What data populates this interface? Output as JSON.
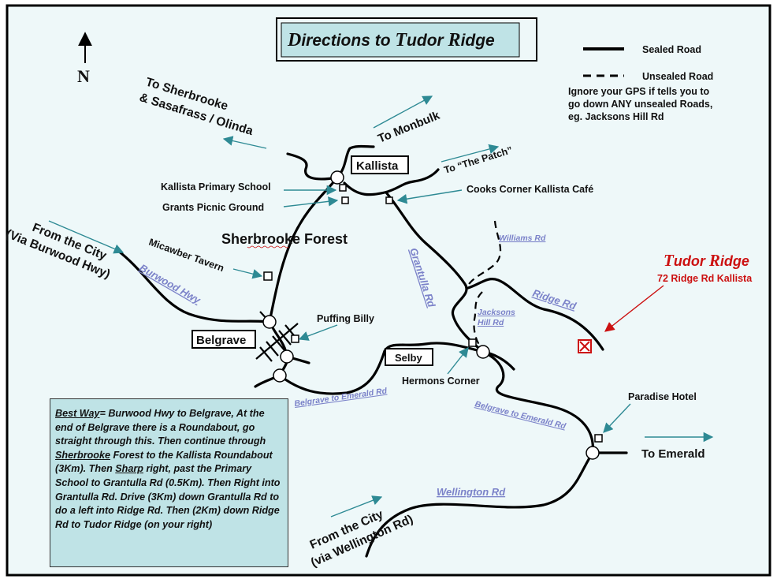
{
  "title": {
    "segments": [
      {
        "cap": "D",
        "rest": "irections to "
      },
      {
        "cap": "T",
        "rest": "udor "
      },
      {
        "cap": "R",
        "rest": "idge"
      }
    ]
  },
  "compass": {
    "label": "N"
  },
  "legend": {
    "sealed": "Sealed Road",
    "unsealed": "Unsealed Road",
    "note": [
      "Ignore your GPS if tells you to",
      "go down ANY unsealed Roads,",
      "eg. Jacksons Hill Rd"
    ]
  },
  "destination": {
    "name_segments": [
      {
        "cap": "T",
        "rest": "udor "
      },
      {
        "cap": "R",
        "rest": "idge"
      }
    ],
    "address": "72 Ridge Rd Kallista",
    "color": "#cc1111"
  },
  "places": {
    "kallista": "Kallista",
    "belgrave": "Belgrave",
    "selby": "Selby",
    "sherbrooke_forest": "Sherbrooke Forest",
    "kallista_primary_school": "Kallista Primary School",
    "grants_picnic_ground": "Grants Picnic Ground",
    "cooks_corner": "Cooks Corner Kallista Café",
    "micawber_tavern": "Micawber Tavern",
    "puffing_billy": "Puffing Billy",
    "hermons_corner": "Hermons Corner",
    "paradise_hotel": "Paradise Hotel"
  },
  "directions": {
    "to_sherbrooke_line1": "To Sherbrooke",
    "to_sherbrooke_line2": "& Sasafrass / Olinda",
    "to_monbulk": "To Monbulk",
    "to_the_patch": "To “The Patch”",
    "to_emerald": "To Emerald",
    "from_city_burwood_line1": "From the City",
    "from_city_burwood_line2": "(Via Burwood Hwy)",
    "from_city_wellington_line1": "From the City",
    "from_city_wellington_line2": "(via Wellington Rd)"
  },
  "roads": {
    "burwood_hwy": "Burwood Hwy",
    "grantulla_rd": "Grantulla Rd",
    "ridge_rd": "Ridge Rd",
    "williams_rd": "Williams Rd",
    "jacksons_hill_rd_line1": "Jacksons",
    "jacksons_hill_rd_line2": "Hill Rd",
    "belgrave_emerald_1": "Belgrave to Emerald  Rd",
    "belgrave_emerald_2": "Belgrave to Emerald  Rd",
    "wellington_rd": "Wellington Rd"
  },
  "instructions": {
    "best_way_label": "Best Way",
    "text_1": "= Burwood Hwy to Belgrave, At the end of Belgrave there is a Roundabout, go straight through this. Then continue through ",
    "sherbrooke": "Sherbrooke",
    "text_2": " Forest to the Kallista Roundabout (3Km). Then ",
    "sharp": "Sharp",
    "text_3": " right, past the Primary School to ",
    "grantulla_1": "Grantulla",
    "text_4": " Rd (0.5Km). Then Right into ",
    "grantulla_2": "Grantulla",
    "text_5": " Rd. Drive (3Km) down ",
    "grantulla_3": "Grantulla",
    "text_6": " Rd to do a left into Ridge Rd. Then (2Km) down Ridge Rd to Tudor Ridge (on your right)"
  },
  "colors": {
    "background": "#eef8f9",
    "title_box": "#bfe3e6",
    "instructions_box": "#bfe3e6",
    "arrow": "#2e8a94",
    "road_label": "#7b82c9",
    "destination": "#cc1111"
  }
}
